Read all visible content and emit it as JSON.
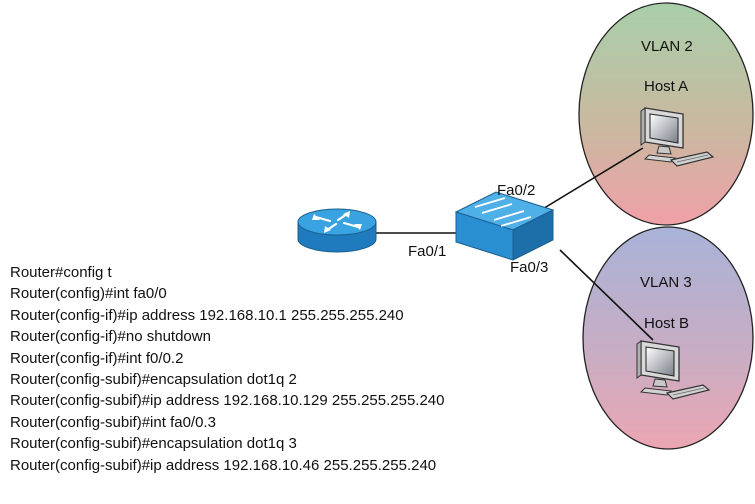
{
  "vlans": [
    {
      "label": "VLAN 2",
      "host": "Host A"
    },
    {
      "label": "VLAN 3",
      "host": "Host B"
    }
  ],
  "ports": {
    "router_link": "Fa0/1",
    "host_a_link": "Fa0/2",
    "host_b_link": "Fa0/3"
  },
  "config_lines": [
    "Router#config t",
    "Router(config)#int fa0/0",
    "Router(config-if)#ip address 192.168.10.1 255.255.255.240",
    "Router(config-if)#no shutdown",
    "Router(config-if)#int f0/0.2",
    "Router(config-subif)#encapsulation dot1q 2",
    "Router(config-subif)#ip address 192.168.10.129 255.255.255.240",
    "Router(config-subif)#int fa0/0.3",
    "Router(config-subif)#encapsulation dot1q 3",
    "Router(config-subif)#ip address 192.168.10.46 255.255.255.240"
  ],
  "colors": {
    "device_blue": "#2a8fd0",
    "vlan2_top": "#a6ccaa",
    "vlan2_bottom": "#efa3aa",
    "vlan3_top": "#aab2d6",
    "vlan3_bottom": "#e8a8b4"
  }
}
